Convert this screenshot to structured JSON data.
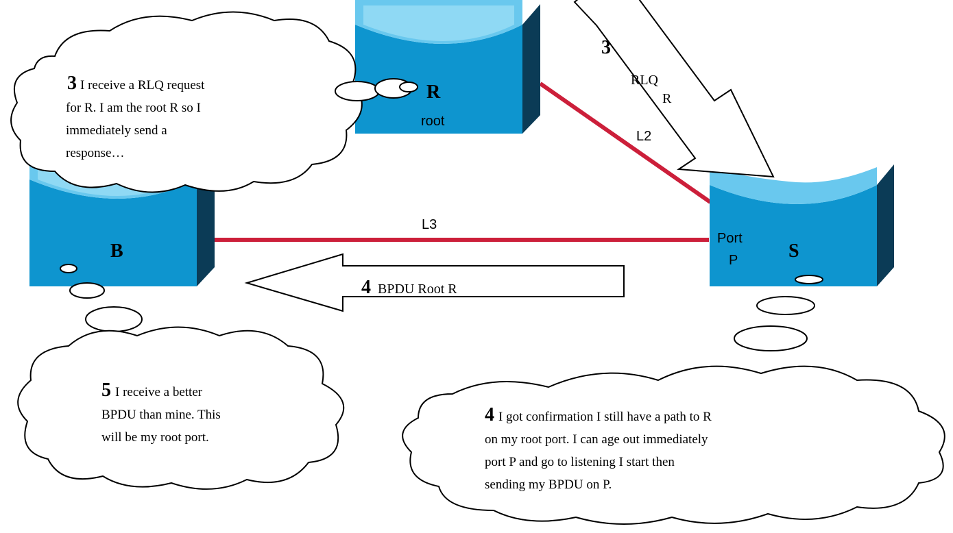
{
  "devices": {
    "root": {
      "label": "R",
      "sublabel": "root"
    },
    "b": {
      "label": "B"
    },
    "s": {
      "label": "S",
      "port_line1": "Port",
      "port_line2": "P"
    }
  },
  "links": {
    "l2": "L2",
    "l3": "L3"
  },
  "arrows": {
    "rlq": {
      "number": "3",
      "line1": "RLQ",
      "line2": "R"
    },
    "bpdu": {
      "number": "4",
      "text": "BPDU Root R"
    }
  },
  "bubbles": {
    "root_thought": {
      "number": "3",
      "lines": [
        "I receive a RLQ request",
        "for R. I am the root R so I",
        "immediately send a",
        "response…"
      ]
    },
    "b_thought": {
      "number": "5",
      "lines": [
        "I receive a better",
        "BPDU than mine. This",
        "will be my root port."
      ]
    },
    "s_thought": {
      "number": "4",
      "lines": [
        "I got confirmation I still have a path to R",
        "on my root port. I can age out immediately",
        "port P and go to listening I start then",
        "sending my BPDU on P."
      ]
    }
  },
  "colors": {
    "device_body": "#0e95cf",
    "device_top": "#69c8ee",
    "device_top_inner": "#9fe0f6",
    "device_side": "#0b3b56",
    "link": "#cc1f3a",
    "outline": "#000000"
  }
}
